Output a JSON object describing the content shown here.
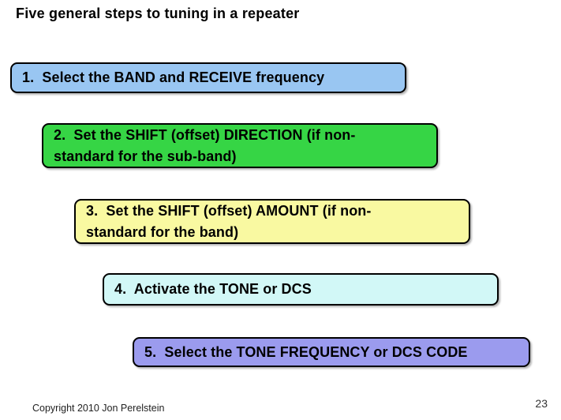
{
  "slide": {
    "title": "Five general steps to tuning in a repeater",
    "copyright": "Copyright 2010 Jon Perelstein",
    "page_number": "23",
    "background_color": "#ffffff",
    "border_color": "#000000",
    "text_color": "#000000"
  },
  "steps": [
    {
      "number": "1",
      "label": "1.  Select the BAND and RECEIVE frequency",
      "color": "#99C6F2"
    },
    {
      "number": "2",
      "label": "2.  Set the SHIFT (offset) DIRECTION (if non-\nstandard for the sub-band)",
      "color": "#36D545"
    },
    {
      "number": "3",
      "label": "3.  Set the SHIFT (offset) AMOUNT (if non-\nstandard for the band)",
      "color": "#F9F9A1"
    },
    {
      "number": "4",
      "label": "4.  Activate the TONE or DCS",
      "color": "#D2F8F7"
    },
    {
      "number": "5",
      "label": "5.  Select the TONE FREQUENCY or DCS CODE",
      "color": "#9B9BEE"
    }
  ]
}
